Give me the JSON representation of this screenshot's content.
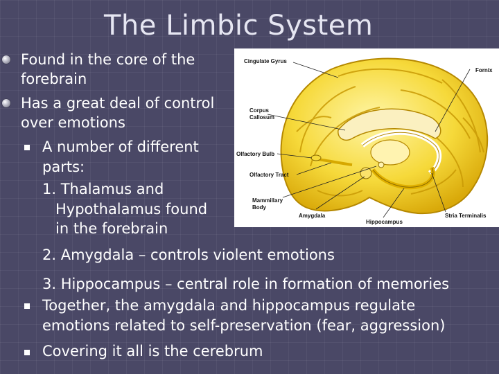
{
  "slide": {
    "title": "The Limbic System",
    "bullets": {
      "b1_line1": "Found in the core of the",
      "b1_line2": "forebrain",
      "b2_line1": "Has a great deal of control",
      "b2_line2": "over emotions",
      "sub1_line1": "A number of different",
      "sub1_line2": "parts:",
      "item1_line1": "1. Thalamus and",
      "item1_line2": "Hypothalamus found",
      "item1_line3": "in the forebrain",
      "item2": "2. Amygdala – controls violent emotions",
      "item3": "3. Hippocampus – central role in formation of memories",
      "sub2_line1": "Together, the amygdala and hippocampus regulate",
      "sub2_line2": "emotions related to self-preservation (fear, aggression)",
      "sub3": "Covering it all is the cerebrum"
    }
  },
  "figure": {
    "labels": {
      "cingulate_gyrus": "Cingulate Gyrus",
      "fornix": "Fornix",
      "corpus_callosum_1": "Corpus",
      "corpus_callosum_2": "Callosum",
      "olfactory_bulb": "Olfactory Bulb",
      "olfactory_tract": "Olfactory Tract",
      "mammillary_1": "Mammillary",
      "mammillary_2": "Body",
      "amygdala": "Amygdala",
      "hippocampus": "Hippocampus",
      "stria_terminalis": "Stria Terminalis"
    }
  },
  "colors": {
    "background": "#4a4866",
    "brain_fill": "#f6d93a",
    "brain_highlight": "#fff6a8"
  }
}
